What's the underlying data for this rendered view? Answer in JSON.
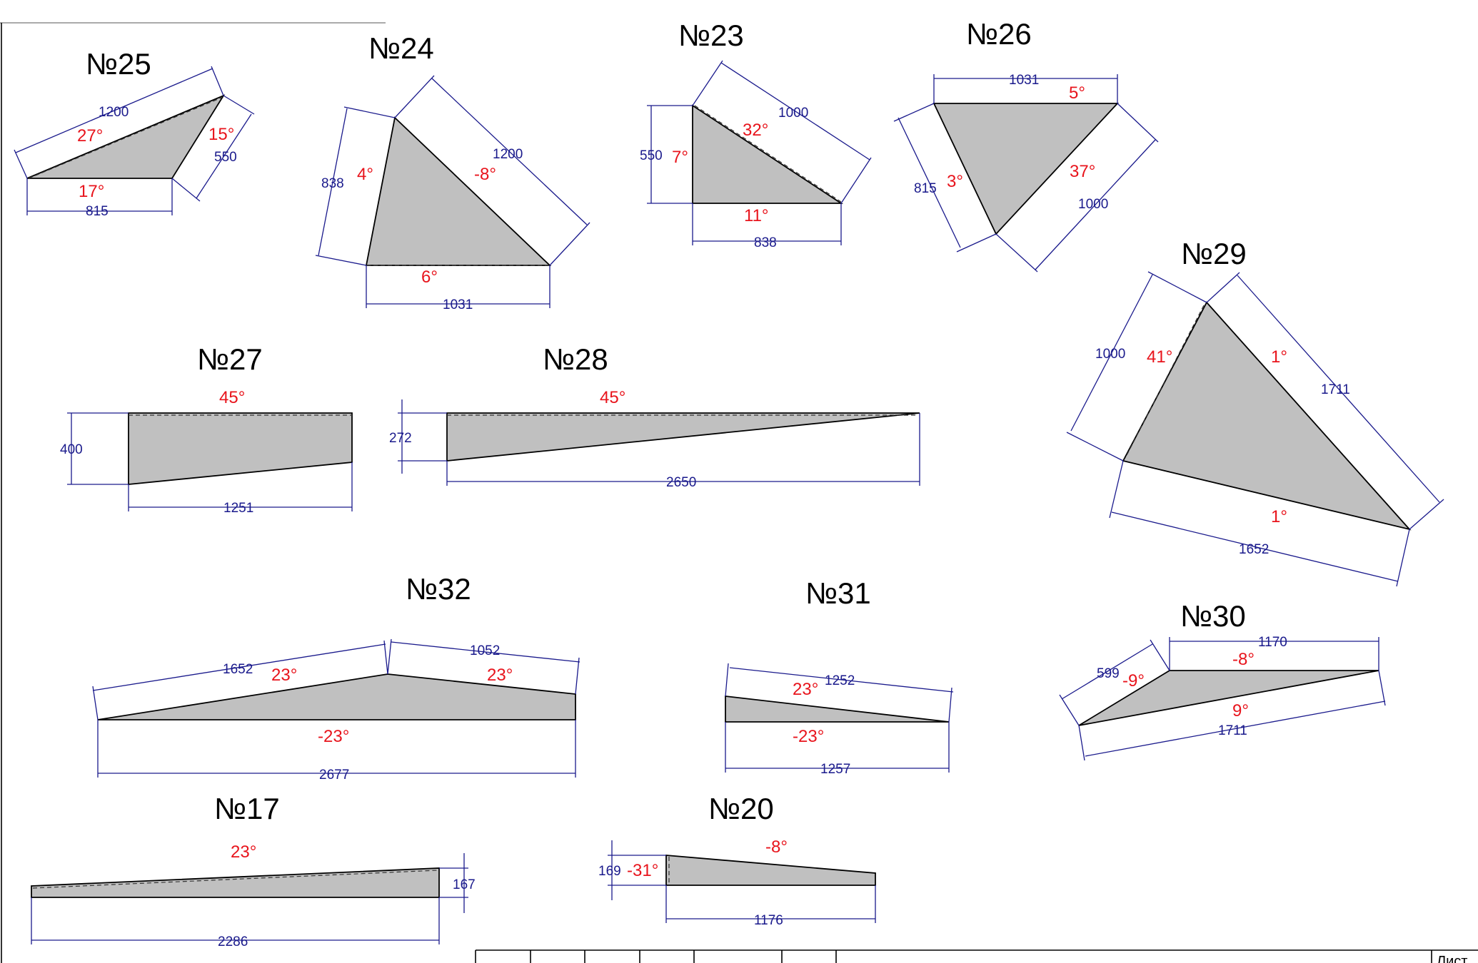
{
  "parts": [
    {
      "id": "p25",
      "title": "№25",
      "dims": [
        "1200",
        "550",
        "815"
      ],
      "angles": [
        "27°",
        "15°",
        "17°"
      ]
    },
    {
      "id": "p24",
      "title": "№24",
      "dims": [
        "838",
        "1200",
        "1031"
      ],
      "angles": [
        "4°",
        "-8°",
        "6°"
      ]
    },
    {
      "id": "p23",
      "title": "№23",
      "dims": [
        "550",
        "1000",
        "838"
      ],
      "angles": [
        "7°",
        "32°",
        "11°"
      ]
    },
    {
      "id": "p26",
      "title": "№26",
      "dims": [
        "1031",
        "815",
        "1000"
      ],
      "angles": [
        "5°",
        "3°",
        "37°"
      ]
    },
    {
      "id": "p29",
      "title": "№29",
      "dims": [
        "1000",
        "1711",
        "1652"
      ],
      "angles": [
        "41°",
        "1°",
        "1°"
      ]
    },
    {
      "id": "p27",
      "title": "№27",
      "dims": [
        "400",
        "1251"
      ],
      "angles": [
        "45°"
      ]
    },
    {
      "id": "p28",
      "title": "№28",
      "dims": [
        "272",
        "2650"
      ],
      "angles": [
        "45°"
      ]
    },
    {
      "id": "p32",
      "title": "№32",
      "dims": [
        "1652",
        "1052",
        "2677"
      ],
      "angles": [
        "23°",
        "23°",
        "-23°"
      ]
    },
    {
      "id": "p31",
      "title": "№31",
      "dims": [
        "1252",
        "1257"
      ],
      "angles": [
        "23°",
        "-23°"
      ]
    },
    {
      "id": "p30",
      "title": "№30",
      "dims": [
        "599",
        "1170",
        "1711"
      ],
      "angles": [
        "-9°",
        "-8°",
        "9°"
      ]
    },
    {
      "id": "p17",
      "title": "№17",
      "dims": [
        "167",
        "2286"
      ],
      "angles": [
        "23°"
      ]
    },
    {
      "id": "p20",
      "title": "№20",
      "dims": [
        "169",
        "1176"
      ],
      "angles": [
        "-31°",
        "-8°"
      ]
    }
  ],
  "title_block": {
    "sheet_label": "Лист"
  }
}
